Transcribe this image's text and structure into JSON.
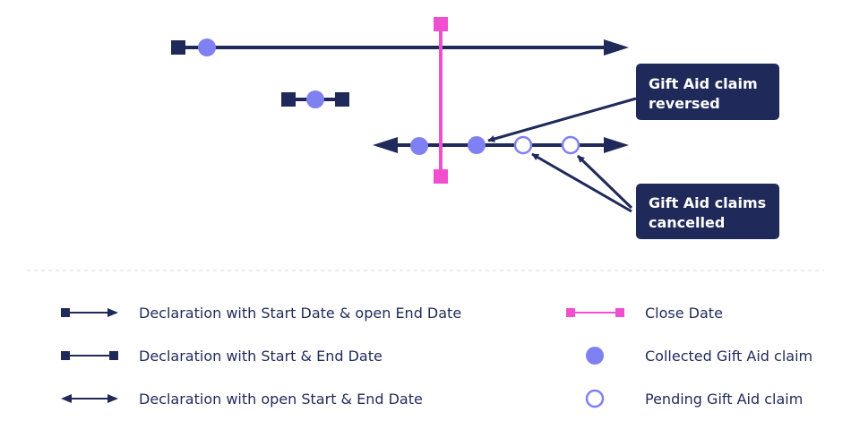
{
  "colors": {
    "navy": "#1f2a5a",
    "pink": "#f050d0",
    "collected": "#7f80f2",
    "divider": "#d9d9d9",
    "callout_bg": "#1f2a5a",
    "callout_text": "#ffffff"
  },
  "callouts": {
    "reversed": [
      "Gift Aid claim",
      "reversed"
    ],
    "cancelled": [
      "Gift Aid claims",
      "cancelled"
    ]
  },
  "legend": {
    "open_end": "Declaration with Start Date & open End Date",
    "start_end": "Declaration with Start & End Date",
    "open_both": "Declaration with open Start & End Date",
    "close_date": "Close Date",
    "collected": "Collected Gift Aid claim",
    "pending": "Pending Gift Aid claim"
  }
}
